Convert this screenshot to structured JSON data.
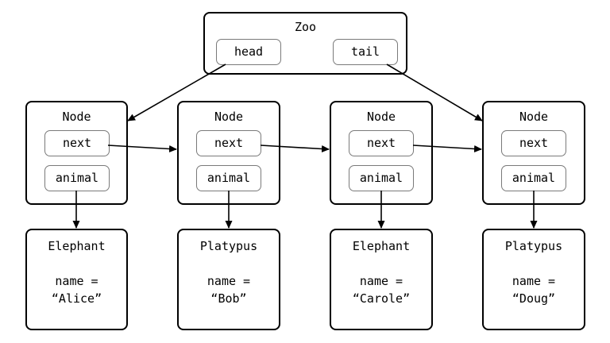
{
  "zoo": {
    "title": "Zoo",
    "head_label": "head",
    "tail_label": "tail"
  },
  "nodes": [
    {
      "title": "Node",
      "next_label": "next",
      "animal_label": "animal"
    },
    {
      "title": "Node",
      "next_label": "next",
      "animal_label": "animal"
    },
    {
      "title": "Node",
      "next_label": "next",
      "animal_label": "animal"
    },
    {
      "title": "Node",
      "next_label": "next",
      "animal_label": "animal"
    }
  ],
  "animals": [
    {
      "type": "Elephant",
      "name_line": "name =",
      "name_value": "“Alice”"
    },
    {
      "type": "Platypus",
      "name_line": "name =",
      "name_value": "“Bob”"
    },
    {
      "type": "Elephant",
      "name_line": "name =",
      "name_value": "“Carole”"
    },
    {
      "type": "Platypus",
      "name_line": "name =",
      "name_value": "“Doug”"
    }
  ]
}
